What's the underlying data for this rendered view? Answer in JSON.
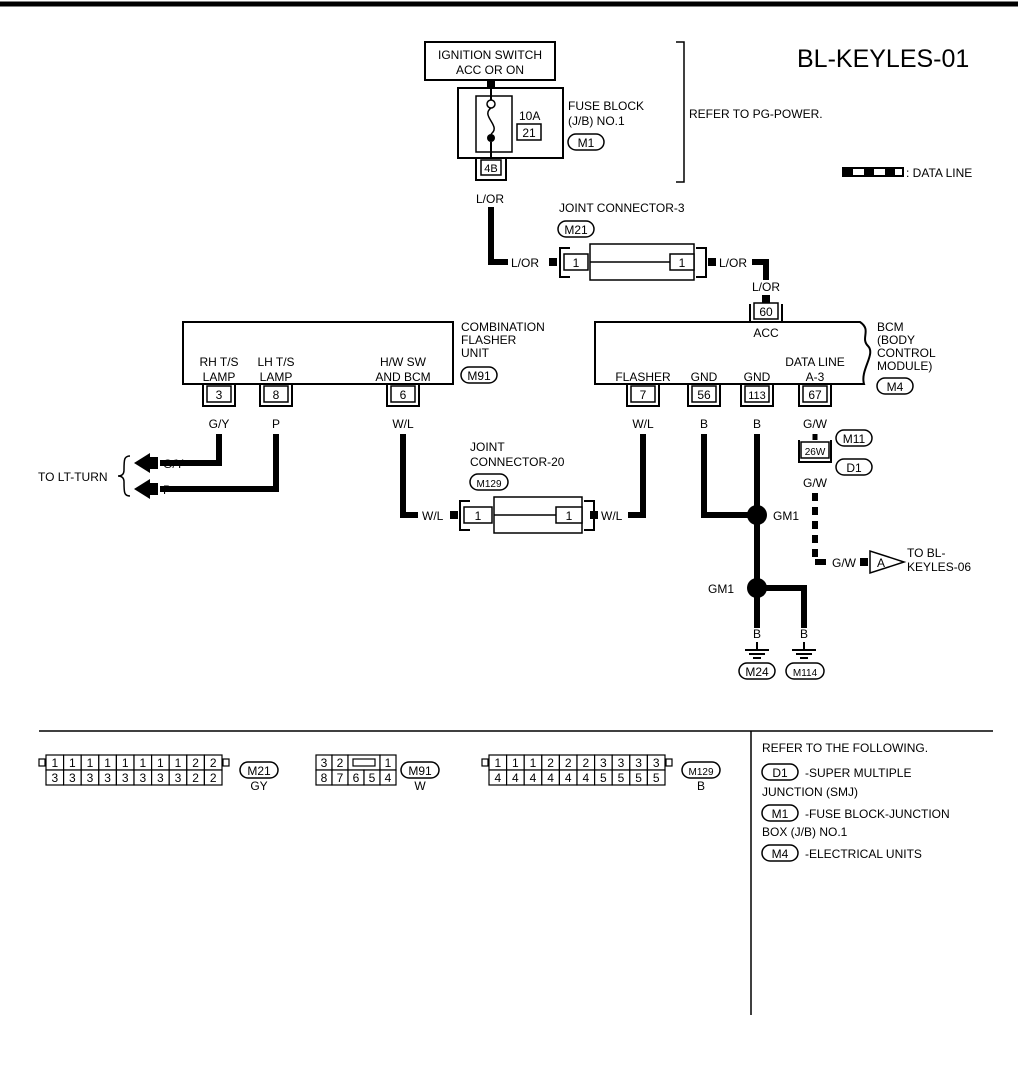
{
  "diagram_id": "BL-KEYLES-01",
  "legend": {
    "data_line": ": DATA LINE"
  },
  "ignition": {
    "line1": "IGNITION SWITCH",
    "line2": "ACC OR ON"
  },
  "fuse_block": {
    "amp": "10A",
    "fuse_no": "21",
    "line1": "FUSE BLOCK",
    "line2": "(J/B) NO.1",
    "connector": "M1",
    "terminal": "4B"
  },
  "refer_pg": "REFER TO PG-POWER.",
  "joint3": {
    "title": "JOINT CONNECTOR-3",
    "connector": "M21",
    "pin_left": "1",
    "pin_right": "1"
  },
  "joint20": {
    "line1": "JOINT",
    "line2": "CONNECTOR-20",
    "connector": "M129",
    "pin_left": "1",
    "pin_right": "1"
  },
  "flasher_unit": {
    "line1": "COMBINATION",
    "line2": "FLASHER",
    "line3": "UNIT",
    "connector": "M91",
    "t1_line1": "RH T/S",
    "t1_line2": "LAMP",
    "t1_pin": "3",
    "t2_line1": "LH T/S",
    "t2_line2": "LAMP",
    "t2_pin": "8",
    "t3_line1": "H/W SW",
    "t3_line2": "AND BCM",
    "t3_pin": "6"
  },
  "bcm": {
    "line1": "BCM",
    "line2": "(BODY",
    "line3": "CONTROL",
    "line4": "MODULE)",
    "connector": "M4",
    "acc_pin": "60",
    "acc_label": "ACC",
    "flasher_label": "FLASHER",
    "flasher_pin": "7",
    "gnd1_label": "GND",
    "gnd1_pin": "56",
    "gnd2_label": "GND",
    "gnd2_pin": "113",
    "data_label1": "DATA LINE",
    "data_label2": "A-3",
    "data_pin": "67"
  },
  "smj": {
    "connector_m11": "M11",
    "pin": "26W",
    "connector_d1": "D1"
  },
  "wires": {
    "l_or": "L/OR",
    "g_y": "G/Y",
    "p": "P",
    "w_l": "W/L",
    "b": "B",
    "g_w": "G/W"
  },
  "to_lt_turn": "TO LT-TURN",
  "gm1": "GM1",
  "ground_m24": "M24",
  "ground_m114": "M114",
  "to_bl": {
    "marker": "A",
    "line1": "TO BL-",
    "line2": "KEYLES-06"
  },
  "connector_views": {
    "m21": {
      "id": "M21",
      "color": "GY",
      "top": [
        "1",
        "1",
        "1",
        "1",
        "1",
        "1",
        "1",
        "1",
        "2",
        "2"
      ],
      "bottom": [
        "3",
        "3",
        "3",
        "3",
        "3",
        "3",
        "3",
        "3",
        "2",
        "2"
      ]
    },
    "m91": {
      "id": "M91",
      "color": "W",
      "top": [
        "3",
        "2",
        "1"
      ],
      "bottom": [
        "8",
        "7",
        "6",
        "5",
        "4"
      ]
    },
    "m129": {
      "id": "M129",
      "color": "B",
      "top": [
        "1",
        "1",
        "1",
        "2",
        "2",
        "2",
        "3",
        "3",
        "3",
        "3"
      ],
      "bottom": [
        "4",
        "4",
        "4",
        "4",
        "4",
        "4",
        "5",
        "5",
        "5",
        "5"
      ]
    }
  },
  "references": {
    "title": "REFER TO THE FOLLOWING.",
    "items": [
      {
        "code": "D1",
        "line1": "-SUPER MULTIPLE",
        "line2": "JUNCTION (SMJ)"
      },
      {
        "code": "M1",
        "line1": "-FUSE BLOCK-JUNCTION",
        "line2": "BOX (J/B) NO.1"
      },
      {
        "code": "M4",
        "line1": "-ELECTRICAL UNITS",
        "line2": ""
      }
    ]
  }
}
